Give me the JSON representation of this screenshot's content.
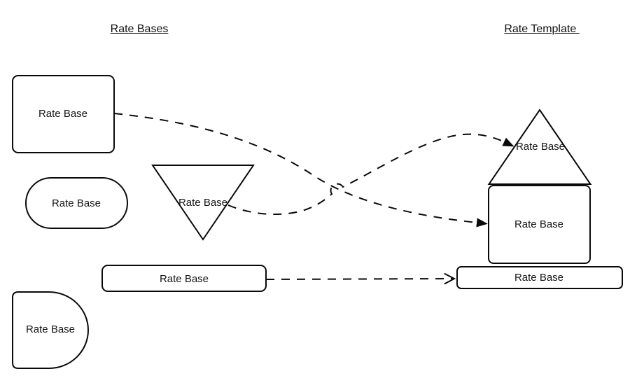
{
  "canvas": {
    "background": "#ffffff",
    "stroke_color": "#0a0a0a",
    "text_color": "#141414"
  },
  "left_column": {
    "title": "Rate Bases",
    "shapes": {
      "rounded_rectangle": {
        "label": "Rate Base"
      },
      "stadium": {
        "label": "Rate Base"
      },
      "inverted_triangle": {
        "label": "Rate Base"
      },
      "wide_bar": {
        "label": "Rate Base"
      },
      "delay": {
        "label": "Rate Base"
      }
    }
  },
  "right_column": {
    "title": "Rate Template ",
    "shapes": {
      "triangle": {
        "label": "Rate Base"
      },
      "rectangle": {
        "label": "Rate Base"
      },
      "wide_bar": {
        "label": "Rate Base"
      }
    }
  },
  "connectors": {
    "rounded_rectangle_to_rectangle": {
      "line_style": "dashed",
      "arrowhead": "filled-triangle"
    },
    "inverted_triangle_to_triangle": {
      "line_style": "dashed",
      "arrowhead": "filled-triangle"
    },
    "wide_bar_to_wide_bar": {
      "line_style": "dashed",
      "arrowhead": "open-v"
    }
  }
}
